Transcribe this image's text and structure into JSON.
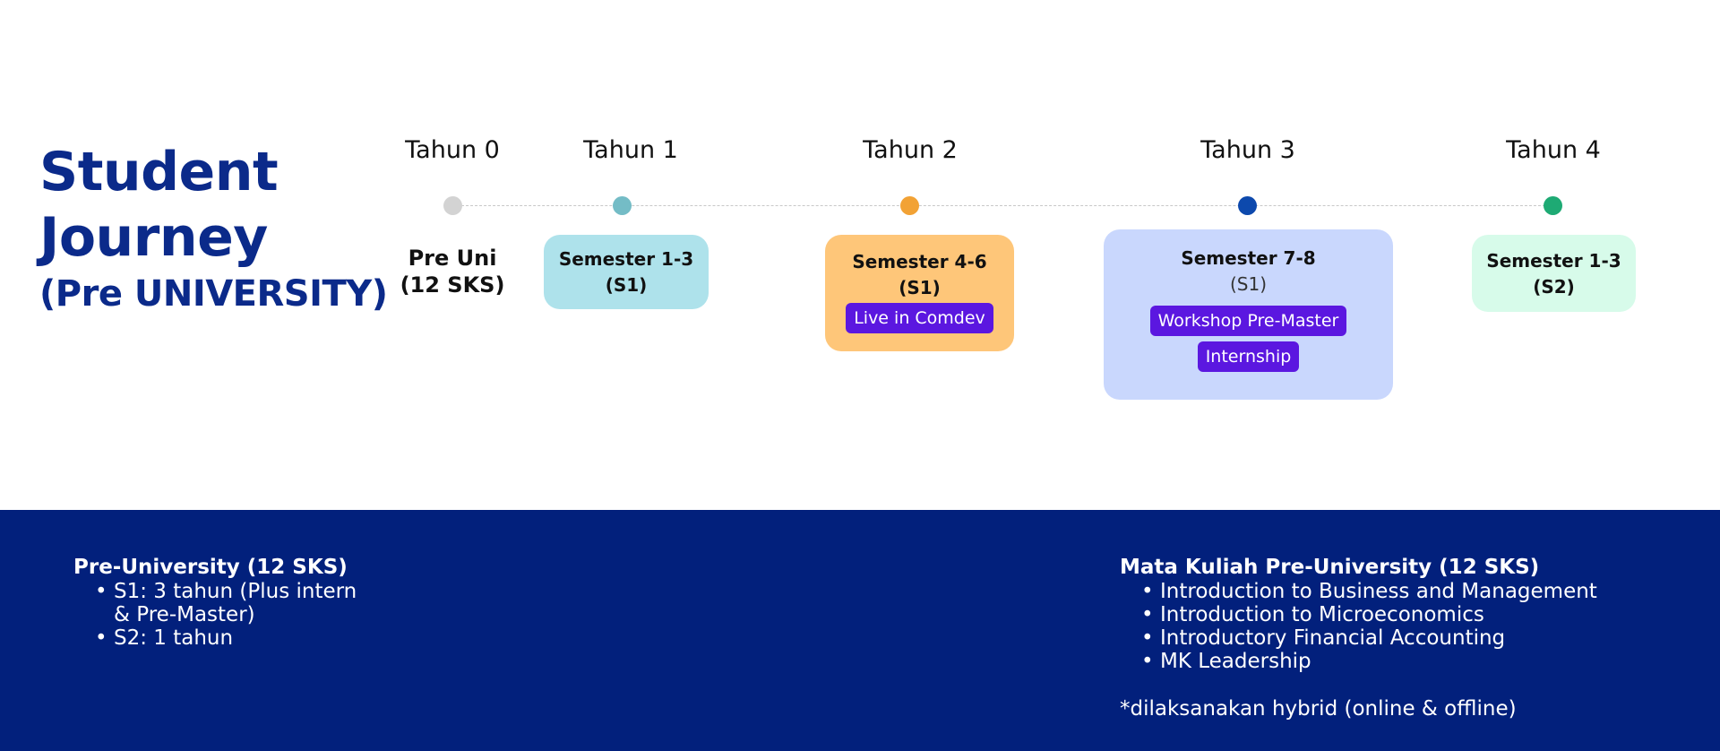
{
  "title": {
    "line1": "Student",
    "line2": "Journey",
    "line3": "(Pre UNIVERSITY)"
  },
  "timeline": {
    "years": [
      "Tahun 0",
      "Tahun 1",
      "Tahun 2",
      "Tahun 3",
      "Tahun 4"
    ],
    "dot_colors": [
      "#d3d3d3",
      "#74bcc6",
      "#f2a235",
      "#0d49ad",
      "#1eaa74"
    ]
  },
  "stages": {
    "pre_uni": {
      "line1": "Pre Uni",
      "line2": "(12 SKS)"
    },
    "card1": {
      "line1": "Semester 1-3",
      "line2": "(S1)",
      "bg": "#aee2eb"
    },
    "card2": {
      "line1": "Semester 4-6",
      "line2": "(S1)",
      "badge": "Live in Comdev",
      "bg": "#fec679"
    },
    "card3": {
      "line1": "Semester 7-8",
      "line2": "(S1)",
      "badge1": "Workshop Pre-Master",
      "badge2": "Internship",
      "bg": "#c9d7fd"
    },
    "card4": {
      "line1": "Semester 1-3",
      "line2": "(S2)",
      "bg": "#d7fbea"
    }
  },
  "bottom": {
    "left": {
      "heading": "Pre-University (12 SKS)",
      "items": [
        "S1: 3 tahun (Plus intern & Pre-Master)",
        "S2: 1 tahun"
      ]
    },
    "right": {
      "heading": "Mata Kuliah Pre-University (12 SKS)",
      "items": [
        "Introduction to Business and Management",
        "Introduction to Microeconomics",
        "Introductory Financial Accounting",
        "MK Leadership"
      ],
      "note": "*dilaksanakan hybrid (online & offline)"
    }
  }
}
